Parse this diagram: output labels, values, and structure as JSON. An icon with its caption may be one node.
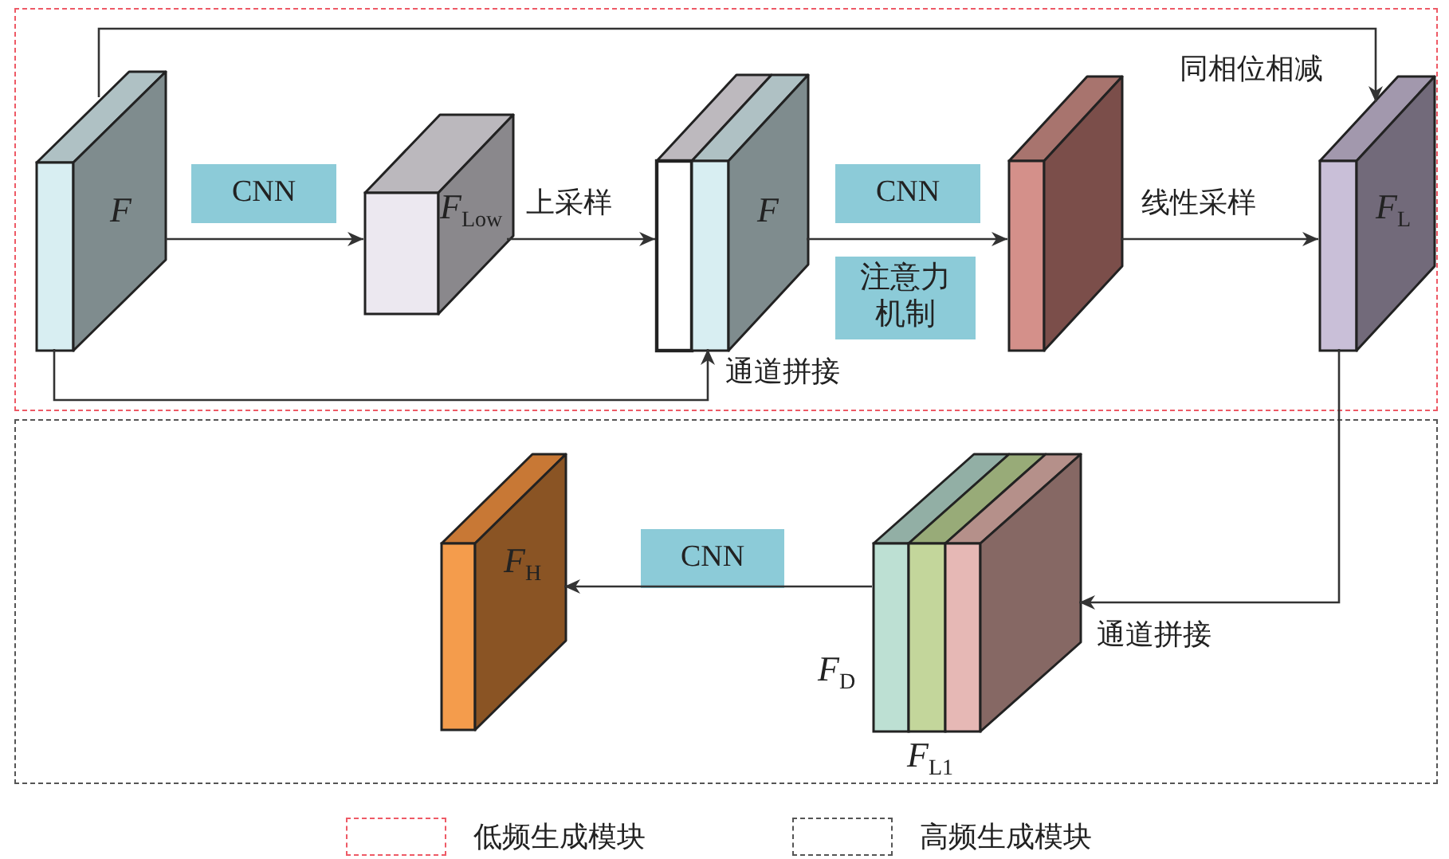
{
  "diagram": {
    "nodes": [
      {
        "text": [],
        "shape": "box"
      },
      {
        "text": [],
        "shape": "box"
      },
      {
        "text": [
          "F"
        ],
        "in": 0
      },
      {
        "text": [
          "F$_{Low}$"
        ],
        "in": 0
      },
      {
        "text": [
          "F"
        ],
        "in": 0
      },
      {
        "text": [],
        "shape": "box",
        "in": 0
      },
      {
        "text": [
          "F$_{L}$"
        ],
        "in": 0
      },
      {
        "text": [
          "CNN"
        ],
        "in": 0
      },
      {
        "text": [
          "CNN"
        ],
        "in": 0
      },
      {
        "text": [
          "注意力机制"
        ],
        "in": 0
      },
      {
        "text": [
          "F$_{H}$"
        ],
        "in": 1
      },
      {
        "text": [
          "CNN"
        ],
        "in": 1
      },
      {
        "text": [],
        "shape": "box",
        "in": 1,
        "beside": [
          "F$_{D}$",
          "F$_{L1}$"
        ]
      }
    ],
    "edges": [
      {
        "from": 2,
        "to": 3,
        "arrow": "to"
      },
      {
        "from": 3,
        "to": 4,
        "arrow": "to",
        "label": "上采样"
      },
      {
        "from": 4,
        "to": 5,
        "arrow": "to"
      },
      {
        "from": 5,
        "to": 6,
        "arrow": "to",
        "label": "线性采样"
      },
      {
        "from": 2,
        "to": 4,
        "arrow": "to",
        "label": "通道拼接"
      },
      {
        "from": 2,
        "to": 6,
        "arrow": "to",
        "label": "同相位相减"
      },
      {
        "from": 6,
        "to": 12,
        "arrow": "to",
        "label": "通道拼接"
      },
      {
        "from": 12,
        "to": 10,
        "arrow": "to"
      }
    ],
    "legend": [
      {
        "text": "低频生成模块"
      },
      {
        "text": "高频生成模块"
      }
    ]
  }
}
